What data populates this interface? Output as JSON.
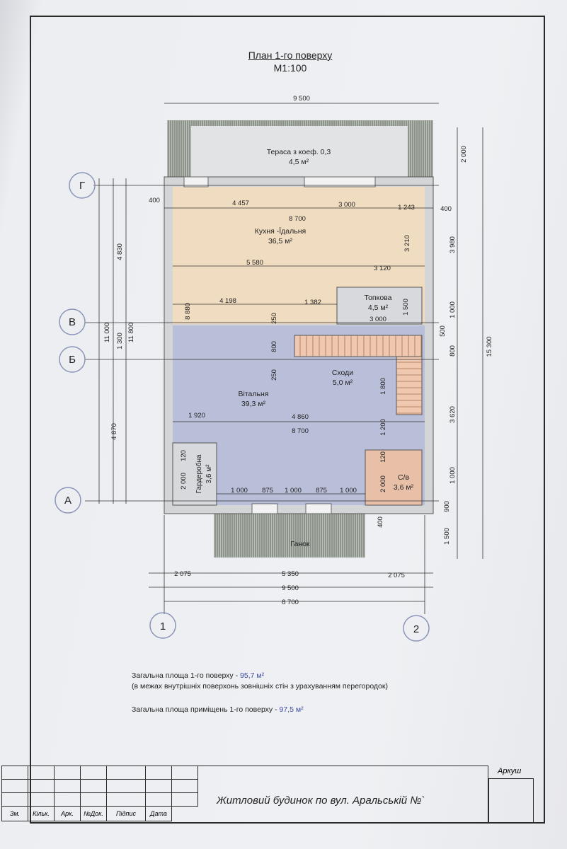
{
  "title": {
    "line1": "План 1-го поверху",
    "line2": "М1:100"
  },
  "rooms": {
    "terrace": {
      "name": "Тераса з коеф. 0,3",
      "area": "4,5 м²"
    },
    "kitchen": {
      "name": "Кухня -Їдальня",
      "area": "36,5 м²"
    },
    "boiler": {
      "name": "Топкова",
      "area": "4,5 м²"
    },
    "stairs": {
      "name": "Сходи",
      "area": "5,0 м²"
    },
    "living": {
      "name": "Вітальня",
      "area": "39,3 м²"
    },
    "wardrobe": {
      "name": "Гардеробна",
      "area": "3,6 м²"
    },
    "wc": {
      "name": "С/в",
      "area": "3,6 м²"
    },
    "porch": {
      "name": "Ганок"
    }
  },
  "axes": {
    "g": "Г",
    "v": "В",
    "b": "Б",
    "a": "А",
    "one": "1",
    "two": "2"
  },
  "dims": {
    "top_9500": "9 500",
    "d4457": "4 457",
    "d3000a": "3 000",
    "d1243": "1 243",
    "d400l": "400",
    "d400r": "400",
    "d8700a": "8 700",
    "d5580": "5 580",
    "d3120": "3 120",
    "d4198": "4 198",
    "d1382": "1 382",
    "d3000b": "3 000",
    "d4860": "4 860",
    "d1920": "1 920",
    "d8700b": "8 700",
    "d1000a": "1 000",
    "d875a": "875",
    "d1000b": "1 000",
    "d875b": "875",
    "d1000c": "1 000",
    "b2075l": "2 075",
    "b5350": "5 350",
    "b2075r": "2 075",
    "b9500": "9 500",
    "b8700": "8 700",
    "l4830": "4 830",
    "l11000": "11 000",
    "l11800": "11 800",
    "l1300": "1 300",
    "l4870": "4 870",
    "i8880": "8 880",
    "i250a": "250",
    "i800": "800",
    "i250b": "250",
    "w2000": "2 000",
    "w120": "120",
    "r3210": "3 210",
    "r1500": "1 500",
    "r1800": "1 800",
    "r1200": "1 200",
    "r120": "120",
    "r2000": "2 000",
    "o2000": "2 000",
    "o3980": "3 980",
    "o1000a": "1 000",
    "o500": "500",
    "o800": "800",
    "o3620": "3 620",
    "o1000b": "1 000",
    "o900": "900",
    "o1500": "1 500",
    "o15300": "15 300",
    "p400": "400"
  },
  "notes": {
    "line1_label": "Загальна площа 1-го поверху  - ",
    "line1_value": "95,7 м²",
    "line2": "(в межах внутрішніх поверхонь зовнішніх стін з урахуванням перегородок)",
    "line3_label": "Загальна площа приміщень 1-го поверху  - ",
    "line3_value": "97,5 м²"
  },
  "stamp": {
    "cols": [
      "Зм.",
      "Кільк.",
      "Арк.",
      "№Док.",
      "Підпис",
      "Дата"
    ],
    "project": "Житловий будинок по вул. Аральській №`",
    "sheet_label": "Аркуш"
  },
  "colors": {
    "kitchen": "#f0dcc0",
    "living": "#b9bfd9",
    "boiler": "#d7d9dc",
    "stairs": "#f0c8b0",
    "wc": "#e8c0a8",
    "wall": "#d3d5d6",
    "deck": "#9aa39a"
  }
}
